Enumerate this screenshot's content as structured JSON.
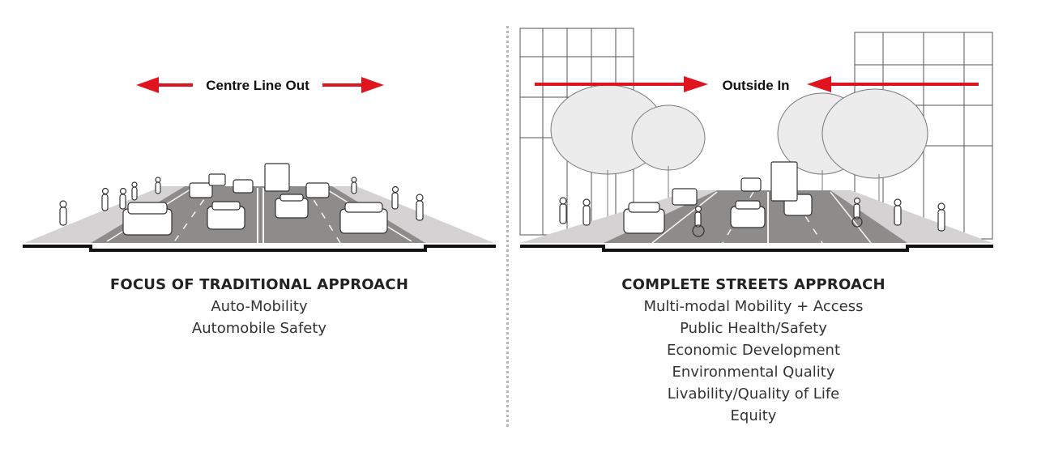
{
  "left": {
    "arrow_label": "Centre Line Out",
    "heading": "FOCUS OF TRADITIONAL APPROACH",
    "items": [
      "Auto-Mobility",
      "Automobile Safety"
    ]
  },
  "right": {
    "arrow_label": "Outside In",
    "heading": "COMPLETE STREETS APPROACH",
    "items": [
      "Multi-modal Mobility + Access",
      "Public Health/Safety",
      "Economic Development",
      "Environmental Quality",
      "Livability/Quality of Life",
      "Equity"
    ]
  },
  "colors": {
    "arrow": "#e0141e",
    "road": "#8e8b8b",
    "sidewalk": "#d4d2d2",
    "curb": "#111111"
  }
}
